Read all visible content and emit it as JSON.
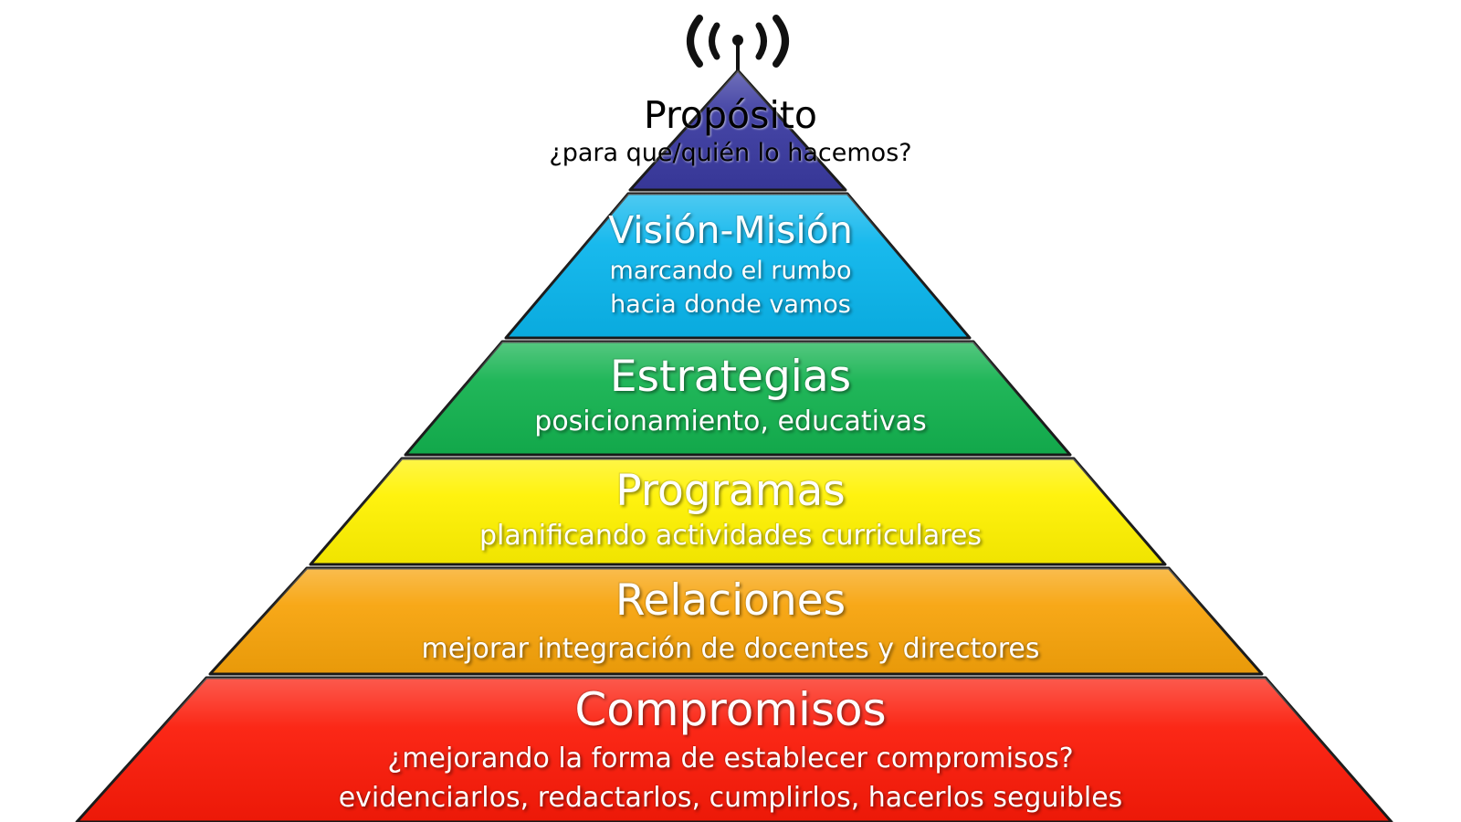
{
  "diagram": {
    "icon": "antenna-broadcast-icon",
    "levels": [
      {
        "id": "proposito",
        "title": "Propósito",
        "lines": [
          "¿para que/quién lo hacemos?"
        ],
        "color": "#3a3aa0",
        "text_color": "#000000"
      },
      {
        "id": "vision-mision",
        "title": "Visión-Misión",
        "lines": [
          "marcando el rumbo",
          "hacia donde vamos"
        ],
        "color": "#0ab5ec",
        "text_color": "#ffffff"
      },
      {
        "id": "estrategias",
        "title": "Estrategias",
        "lines": [
          "posicionamiento, educativas"
        ],
        "color": "#13b24f",
        "text_color": "#ffffff"
      },
      {
        "id": "programas",
        "title": "Programas",
        "lines": [
          "planificando actividades curriculares"
        ],
        "color": "#fff200",
        "text_color": "#ffffff"
      },
      {
        "id": "relaciones",
        "title": "Relaciones",
        "lines": [
          "mejorar integración de docentes y directores"
        ],
        "color": "#f7a30a",
        "text_color": "#ffffff"
      },
      {
        "id": "compromisos",
        "title": "Compromisos",
        "lines": [
          "¿mejorando la forma  de establecer compromisos?",
          "evidenciarlos, redactarlos, cumplirlos, hacerlos seguibles"
        ],
        "color": "#fb1a08",
        "text_color": "#ffffff"
      }
    ]
  }
}
